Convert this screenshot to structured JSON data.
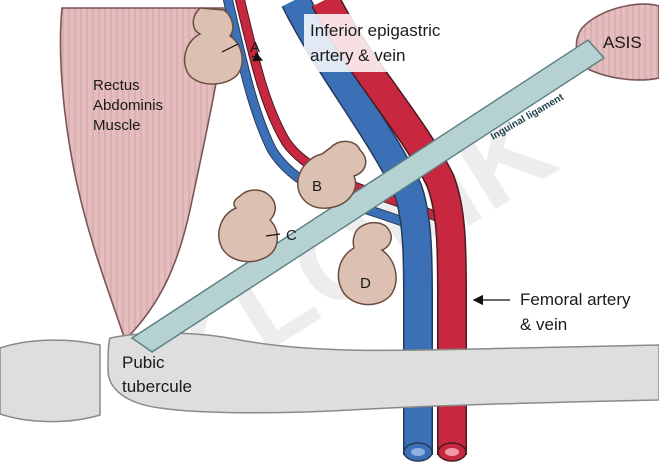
{
  "labels": {
    "rectus_line1": "Rectus",
    "rectus_line2": "Abdominis",
    "rectus_line3": "Muscle",
    "epigastric_line1": "Inferior epigastric",
    "epigastric_line2": "artery & vein",
    "asis": "ASIS",
    "inguinal_ligament": "Inguinal ligament",
    "femoral_line1": "Femoral artery",
    "femoral_line2": "& vein",
    "pubic_line1": "Pubic",
    "pubic_line2": "tubercule"
  },
  "hernias": {
    "a": "A",
    "b": "B",
    "c": "C",
    "d": "D"
  },
  "watermark": "KLOMK",
  "colors": {
    "artery": "#c8283f",
    "vein": "#3b6fb6",
    "muscle": "#e6bdbe",
    "sac": "#dcc1b2",
    "bone": "#dedede",
    "ligament": "#b5d1d2"
  }
}
